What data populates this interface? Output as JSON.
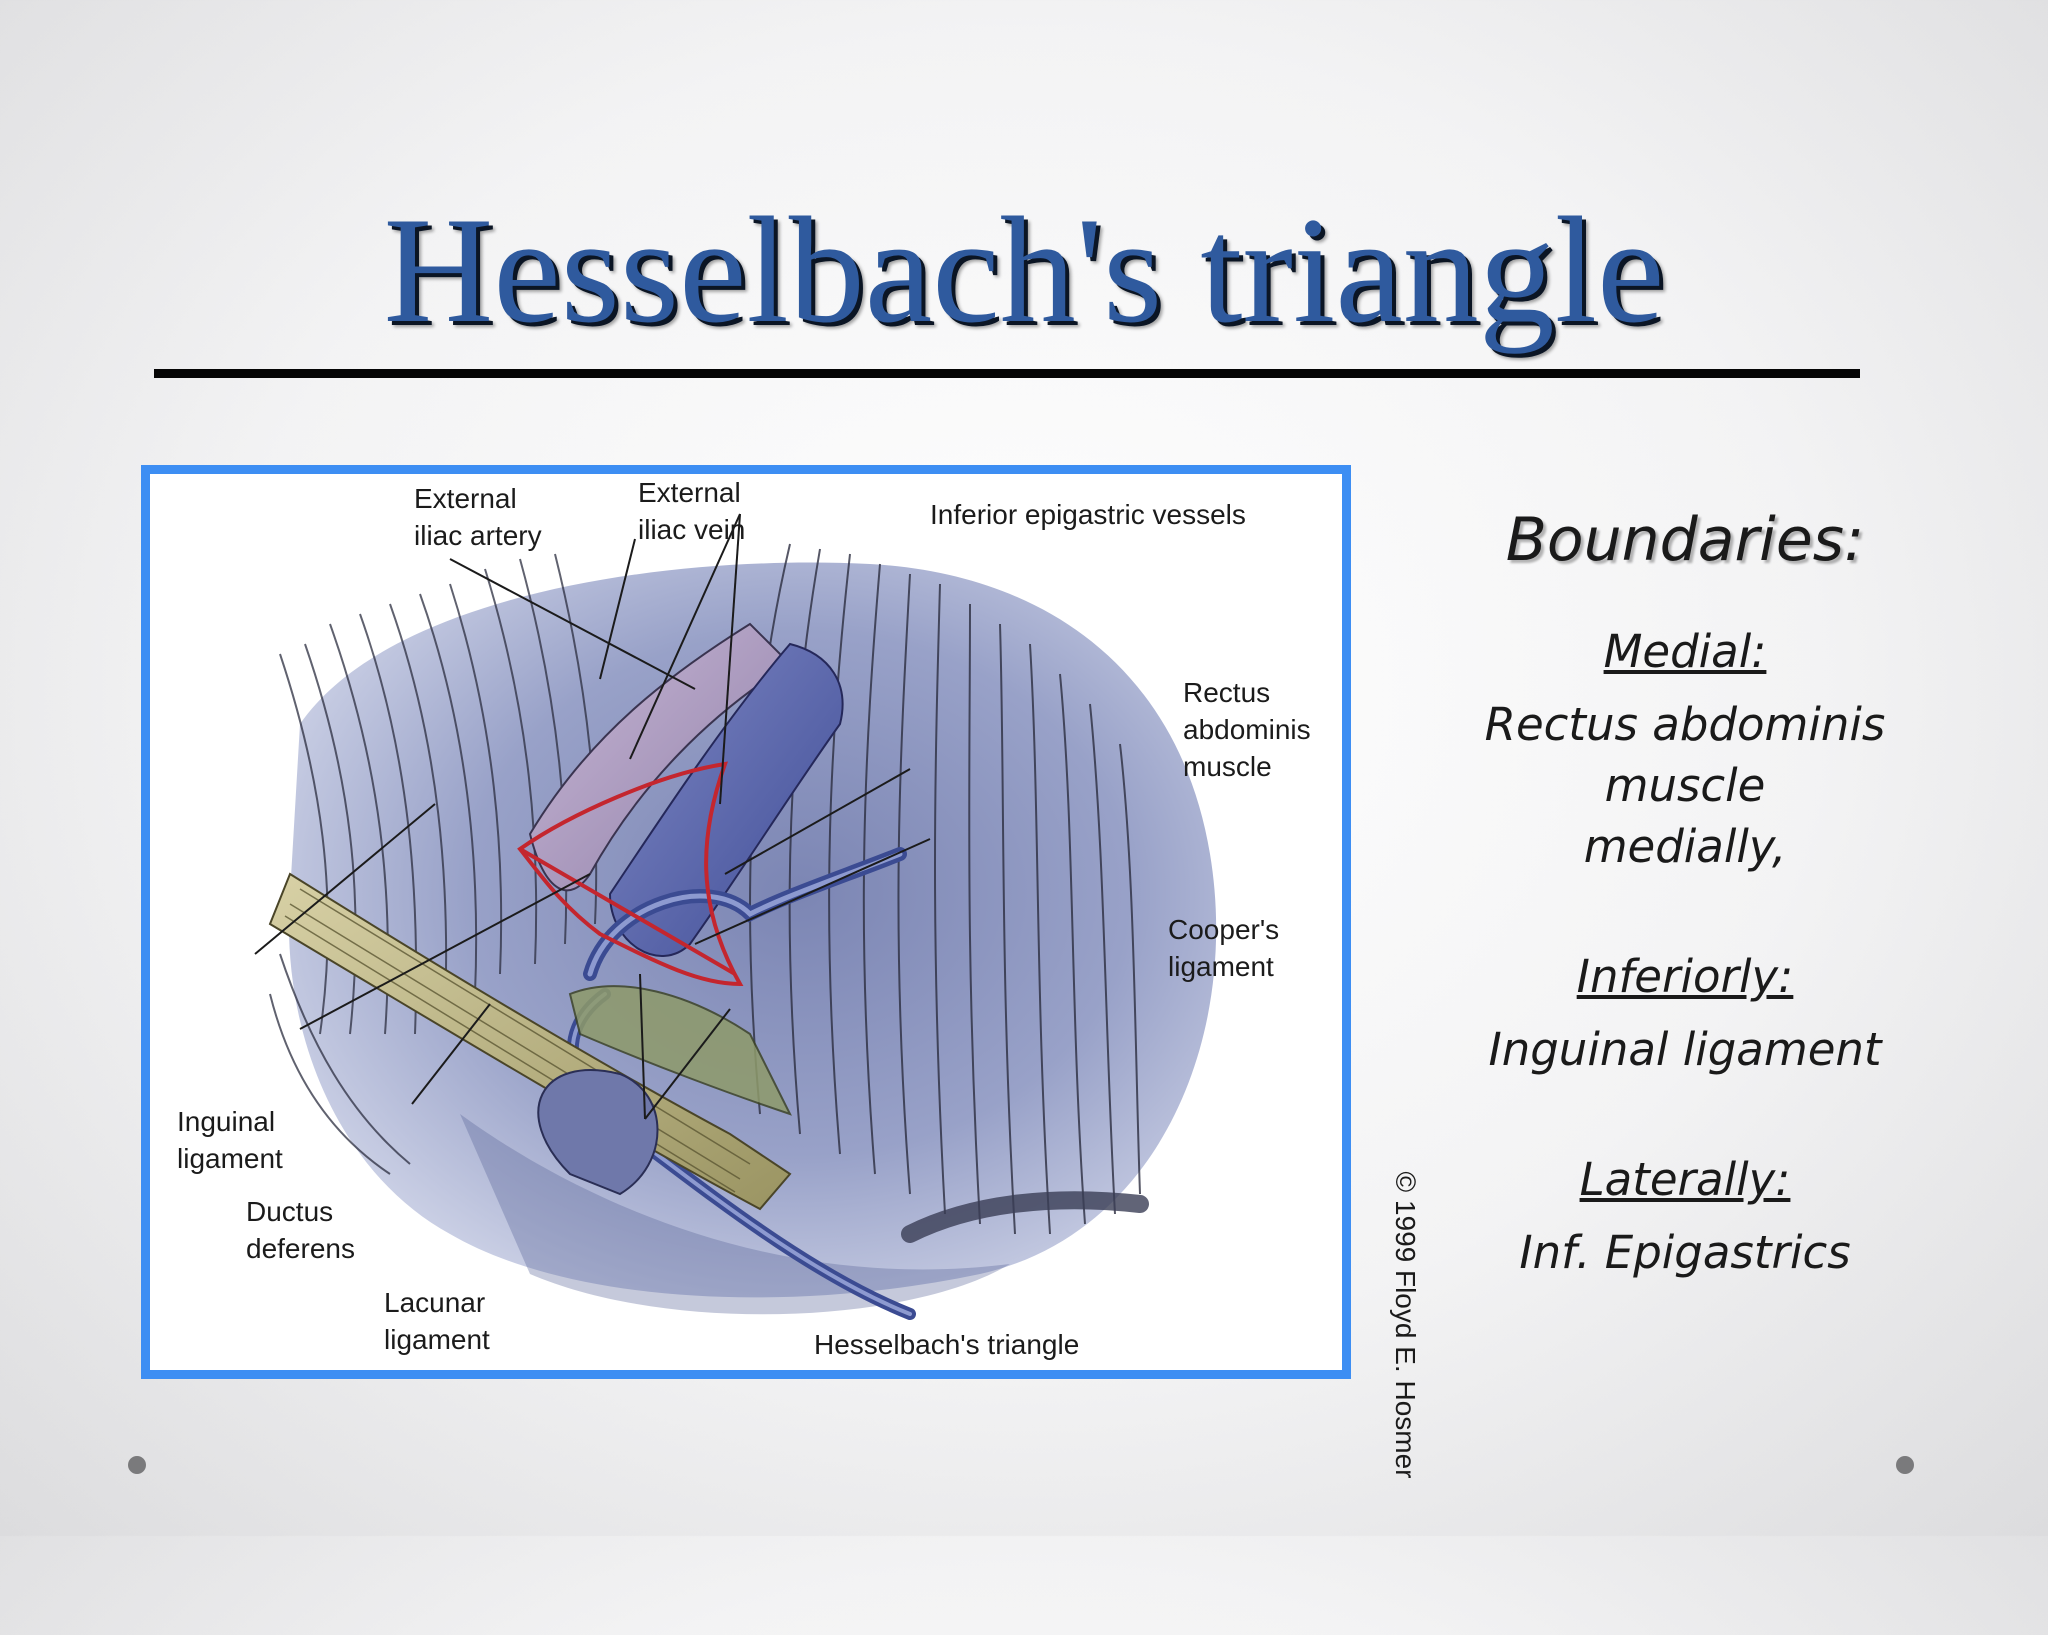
{
  "slide": {
    "title": "Hesselbach's triangle"
  },
  "figure": {
    "labels": {
      "ext_iliac_artery": "External\niliac artery",
      "ext_iliac_vein": "External\niliac vein",
      "inf_epigastric_vessels": "Inferior epigastric vessels",
      "rectus_abdominis": "Rectus\nabdominis\nmuscle",
      "coopers_ligament": "Cooper's\nligament",
      "inguinal_ligament": "Inguinal\nligament",
      "ductus_deferens": "Ductus\ndeferens",
      "lacunar_ligament": "Lacunar\nligament",
      "hesselbachs_triangle": "Hesselbach's triangle"
    },
    "credit": "© 1999 Floyd E. Hosmer",
    "frame_color": "#3d8ef3",
    "triangle_outline_color": "#c4262e"
  },
  "boundaries": {
    "heading": "Boundaries:",
    "medial_label": "Medial:",
    "medial_text": "Rectus abdominis\n    muscle\n  medially,",
    "inferior_label": "Inferiorly:",
    "inferior_text": "Inguinal ligament",
    "lateral_label": "Laterally:",
    "lateral_text": "Inf.  Epigastrics"
  },
  "colors": {
    "title": "#2f5a9e",
    "rule": "#050505"
  }
}
